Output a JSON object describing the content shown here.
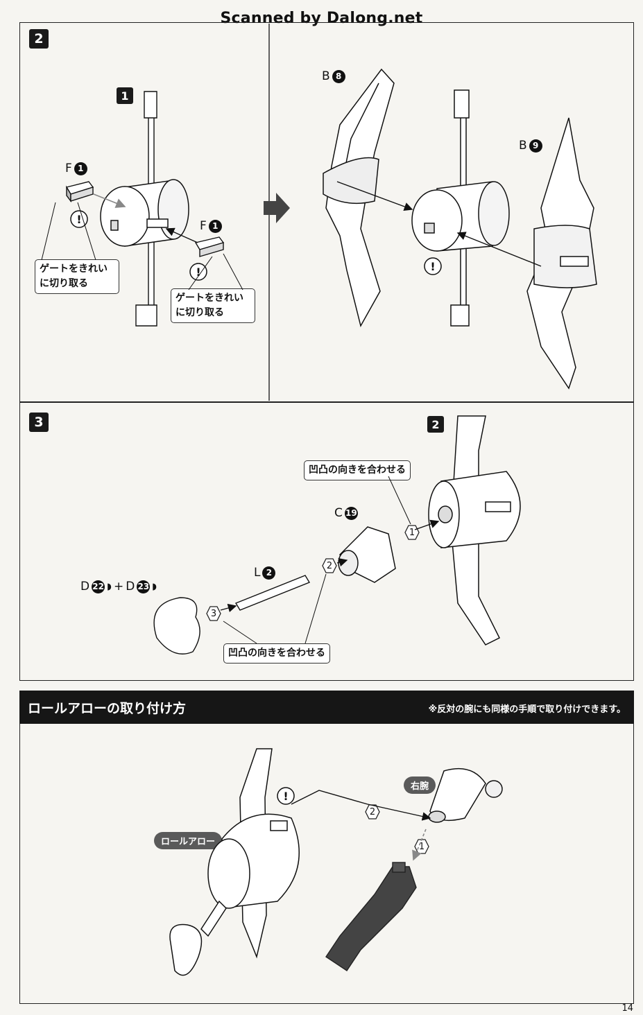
{
  "watermark": "Scanned by Dalong.net",
  "step2": {
    "number": "2",
    "left_ref": "1",
    "part_f1_a": {
      "letter": "F",
      "num": "1"
    },
    "part_f1_b": {
      "letter": "F",
      "num": "1"
    },
    "callout_a": [
      "ゲートをきれい",
      "に切り取る"
    ],
    "callout_b": [
      "ゲートをきれい",
      "に切り取る"
    ],
    "part_b8": {
      "letter": "B",
      "num": "8"
    },
    "part_b9": {
      "letter": "B",
      "num": "9"
    }
  },
  "step3": {
    "number": "3",
    "ref": "2",
    "callout_top": "凹凸の向きを合わせる",
    "callout_bottom": "凹凸の向きを合わせる",
    "part_c19": {
      "letter": "C",
      "num": "19"
    },
    "part_l2": {
      "letter": "L",
      "num": "2"
    },
    "part_d_a": {
      "letter": "D",
      "num": "22"
    },
    "plus": "+",
    "part_d_b": {
      "letter": "D",
      "num": "23"
    },
    "order": [
      "1",
      "2",
      "3"
    ]
  },
  "roll_arrow": {
    "title": "ロールアローの取り付け方",
    "note": "※反対の腕にも同様の手順で取り付けできます。",
    "label_arrow": "ロールアロー",
    "label_arm": "右腕",
    "order": [
      "1",
      "2"
    ]
  },
  "page_number": "14"
}
